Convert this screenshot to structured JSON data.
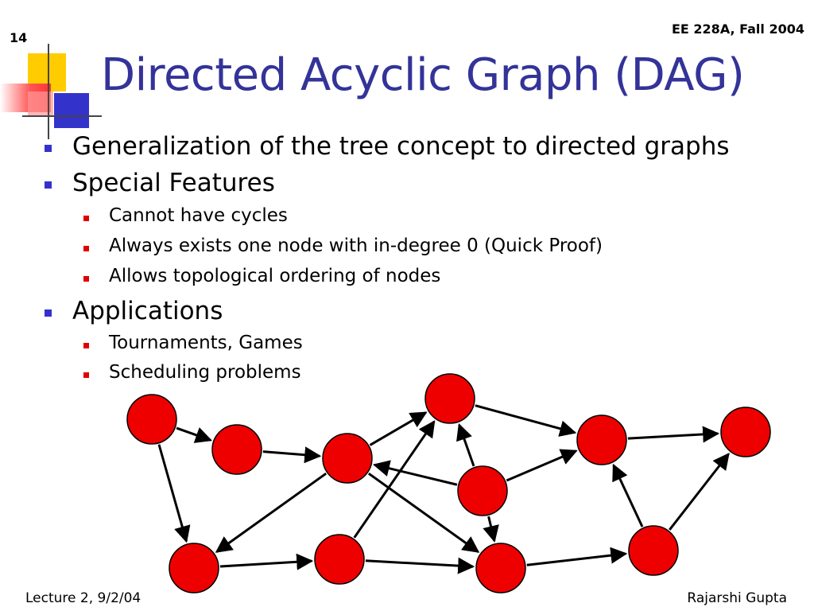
{
  "slide": {
    "number": "14",
    "header": "EE 228A, Fall 2004",
    "title": "Directed Acyclic Graph (DAG)",
    "bullets": [
      {
        "text": "Generalization of the tree concept to directed graphs",
        "sub": []
      },
      {
        "text": "Special Features",
        "sub": [
          "Cannot have cycles",
          "Always exists one node with in-degree 0 (Quick Proof)",
          "Allows topological ordering of nodes"
        ]
      },
      {
        "text": "Applications",
        "sub": [
          "Tournaments, Games",
          "Scheduling problems"
        ]
      }
    ],
    "footer_left": "Lecture 2, 9/2/04",
    "footer_right": "Rajarshi Gupta"
  },
  "diagram": {
    "node_color": "#ee0000",
    "edge_color": "#000000",
    "nodes": [
      "n1",
      "n2",
      "n3",
      "n4",
      "n5",
      "n6",
      "n7",
      "n8",
      "n9",
      "n10",
      "n11",
      "n12"
    ],
    "edges": [
      [
        "n1",
        "n2"
      ],
      [
        "n1",
        "n9"
      ],
      [
        "n2",
        "n3"
      ],
      [
        "n3",
        "n4"
      ],
      [
        "n3",
        "n9"
      ],
      [
        "n3",
        "n11"
      ],
      [
        "n4",
        "n5"
      ],
      [
        "n5",
        "n6"
      ],
      [
        "n7",
        "n3"
      ],
      [
        "n7",
        "n4"
      ],
      [
        "n7",
        "n5"
      ],
      [
        "n7",
        "n11"
      ],
      [
        "n8",
        "n4"
      ],
      [
        "n9",
        "n10"
      ],
      [
        "n10",
        "n11"
      ],
      [
        "n11",
        "n12"
      ],
      [
        "n12",
        "n5"
      ],
      [
        "n12",
        "n6"
      ]
    ]
  },
  "theme": {
    "title_color": "#333399",
    "bullet1_color": "#3333cc",
    "bullet2_color": "#e00000"
  }
}
